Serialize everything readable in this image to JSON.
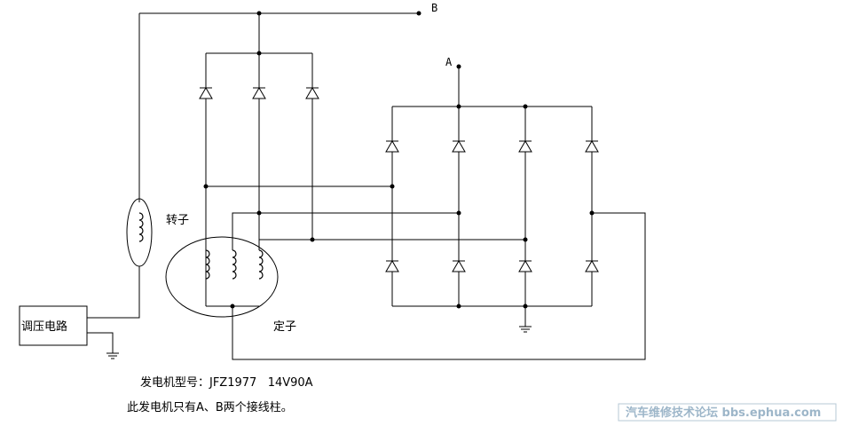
{
  "terminals": {
    "b": "B",
    "a": "A"
  },
  "labels": {
    "rotor": "转子",
    "stator": "定子",
    "regulator": "调压电路"
  },
  "notes": {
    "model": "发电机型号：JFZ1977   14V90A",
    "desc": "此发电机只有A、B两个接线柱。"
  },
  "watermark": {
    "text": "汽车维修技术论坛 bbs.ephua.com"
  }
}
